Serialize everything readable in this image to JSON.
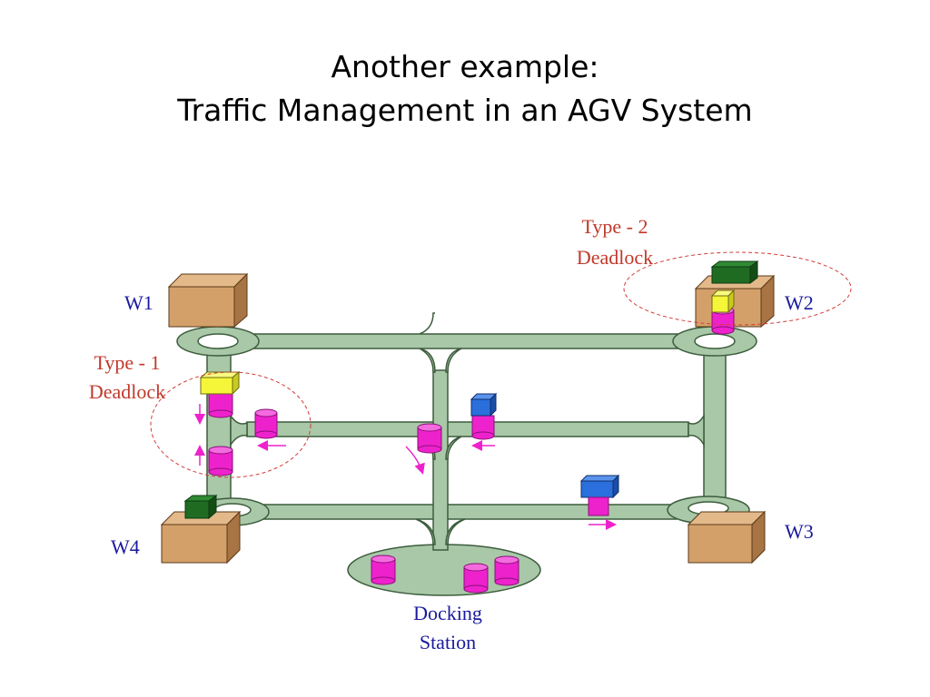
{
  "slide": {
    "title_line1": "Another example:",
    "title_line2": "Traffic Management in an AGV System"
  },
  "labels": {
    "w1": "W1",
    "w2": "W2",
    "w3": "W3",
    "w4": "W4",
    "type1_line1": "Type - 1",
    "type1_line2": "Deadlock",
    "type2_line1": "Type - 2",
    "type2_line2": "Deadlock",
    "dock_line1": "Docking",
    "dock_line2": "Station"
  },
  "colors": {
    "track": "#a8c8a8",
    "track_edge": "#3d5c3d",
    "warehouse": "#d4a06a",
    "agv": "#ee22cc",
    "load_yellow": "#f5f53a",
    "load_green": "#1f6b22",
    "load_blue": "#2a6fdc",
    "deadlock_circle": "#d33a3a",
    "label_blue": "#1a1a9e",
    "label_red": "#c0392b"
  }
}
